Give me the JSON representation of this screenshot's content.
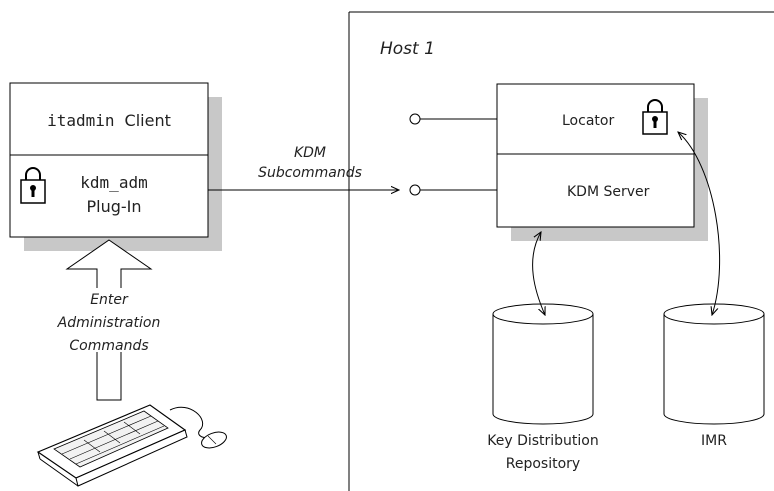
{
  "host": {
    "label": "Host 1"
  },
  "client": {
    "name_mono": "itadmin",
    "name_suffix": "Client",
    "plugin_mono": "kdm_adm",
    "plugin_suffix": "Plug-In"
  },
  "connection": {
    "line1": "KDM",
    "line2": "Subcommands"
  },
  "input_arrow": {
    "line1": "Enter",
    "line2": "Administration",
    "line3": "Commands"
  },
  "server": {
    "locator": "Locator",
    "kdm_server": "KDM Server"
  },
  "databases": {
    "kdr_line1": "Key Distribution",
    "kdr_line2": "Repository",
    "imr": "IMR"
  },
  "colors": {
    "shadow": "#c8c8c8",
    "line": "#000000",
    "background": "#ffffff"
  },
  "icons": [
    "padlock-icon",
    "keyboard-icon",
    "mouse-icon",
    "database-icon"
  ]
}
